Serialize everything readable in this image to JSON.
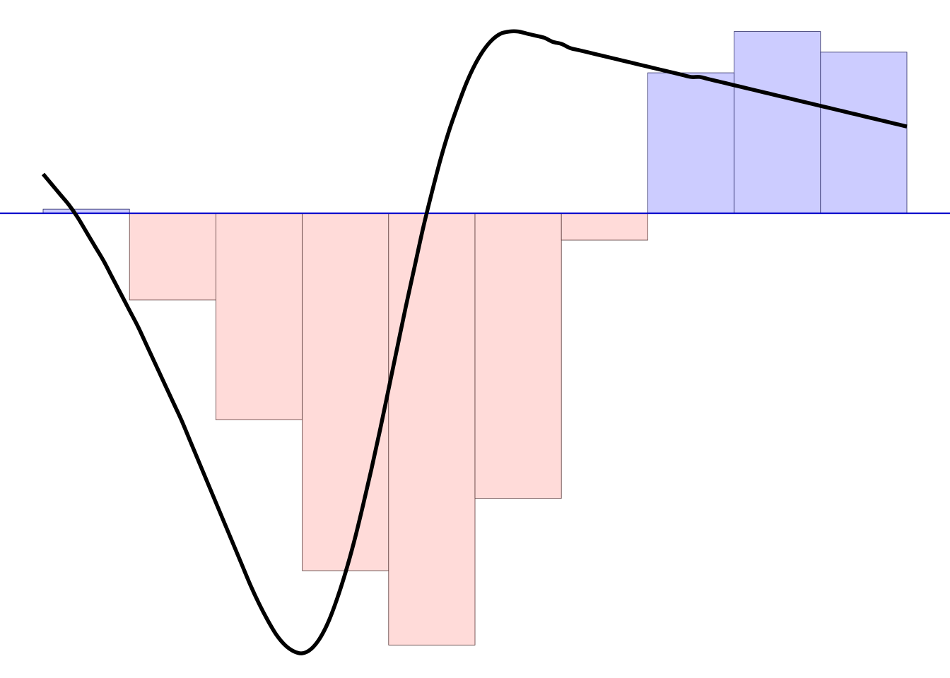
{
  "chart_data": {
    "type": "bar",
    "title": "",
    "xlabel": "",
    "ylabel": "",
    "grid": false,
    "xlim": [
      0,
      10.5
    ],
    "ylim": [
      -2.1,
      0.88
    ],
    "baseline": 0,
    "bar_width": 1,
    "bars": {
      "x": [
        0,
        1,
        2,
        3,
        4,
        5,
        6,
        7,
        8,
        9
      ],
      "values": [
        0.02,
        -0.42,
        -1.0,
        -1.73,
        -2.09,
        -1.38,
        -0.13,
        0.68,
        0.88,
        0.78
      ]
    },
    "curve": {
      "x": [
        0,
        0.1,
        0.2,
        0.3,
        0.4,
        0.5,
        0.6,
        0.7,
        0.8,
        0.9,
        1.0,
        1.1,
        1.2,
        1.3,
        1.4,
        1.5,
        1.6,
        1.7,
        1.8,
        1.9,
        2.0,
        2.1,
        2.2,
        2.3,
        2.4,
        2.5,
        2.6,
        2.7,
        2.8,
        2.9,
        3.0,
        3.1,
        3.2,
        3.3,
        3.4,
        3.5,
        3.6,
        3.7,
        3.8,
        3.9,
        4.0,
        4.1,
        4.2,
        4.3,
        4.4,
        4.5,
        4.6,
        4.7,
        4.8,
        4.9,
        5.0,
        5.1,
        5.2,
        5.3,
        5.4,
        5.5,
        5.6,
        5.7,
        5.8,
        5.9,
        6.0,
        6.1,
        6.2,
        6.3,
        6.4,
        6.5,
        6.6,
        6.7,
        6.8,
        6.9,
        7.0,
        7.1,
        7.2,
        7.3,
        7.4,
        7.5,
        7.6,
        7.7,
        7.8,
        7.9,
        8.0,
        8.1,
        8.2,
        8.3,
        8.4,
        8.5,
        8.6,
        8.7,
        8.8,
        8.9,
        9.0,
        9.1,
        9.2,
        9.3,
        9.4,
        9.5,
        9.6,
        9.7,
        9.8,
        9.9,
        10.0
      ],
      "y": [
        0.19,
        0.14,
        0.09,
        0.04,
        -0.02,
        -0.09,
        -0.16,
        -0.23,
        -0.31,
        -0.39,
        -0.47,
        -0.55,
        -0.64,
        -0.73,
        -0.82,
        -0.91,
        -1.0,
        -1.1,
        -1.2,
        -1.3,
        -1.4,
        -1.5,
        -1.6,
        -1.7,
        -1.8,
        -1.89,
        -1.97,
        -2.04,
        -2.09,
        -2.12,
        -2.13,
        -2.11,
        -2.06,
        -1.98,
        -1.87,
        -1.74,
        -1.59,
        -1.42,
        -1.24,
        -1.05,
        -0.85,
        -0.65,
        -0.45,
        -0.26,
        -0.07,
        0.1,
        0.26,
        0.4,
        0.52,
        0.63,
        0.72,
        0.79,
        0.84,
        0.87,
        0.88,
        0.88,
        0.87,
        0.86,
        0.85,
        0.83,
        0.82,
        0.8,
        0.79,
        0.78,
        0.77,
        0.76,
        0.75,
        0.74,
        0.73,
        0.72,
        0.71,
        0.7,
        0.69,
        0.68,
        0.67,
        0.66,
        0.66,
        0.65,
        0.64,
        0.63,
        0.62,
        0.61,
        0.6,
        0.59,
        0.58,
        0.57,
        0.56,
        0.55,
        0.54,
        0.53,
        0.52,
        0.51,
        0.5,
        0.49,
        0.48,
        0.47,
        0.46,
        0.45,
        0.44,
        0.43,
        0.42
      ]
    },
    "colors": {
      "positive_fill": "#ccccff",
      "positive_stroke": "#2a2a66",
      "negative_fill": "#ffdbd9",
      "negative_stroke": "#5a3a3a",
      "baseline": "#0000cc",
      "curve": "#000000"
    }
  }
}
